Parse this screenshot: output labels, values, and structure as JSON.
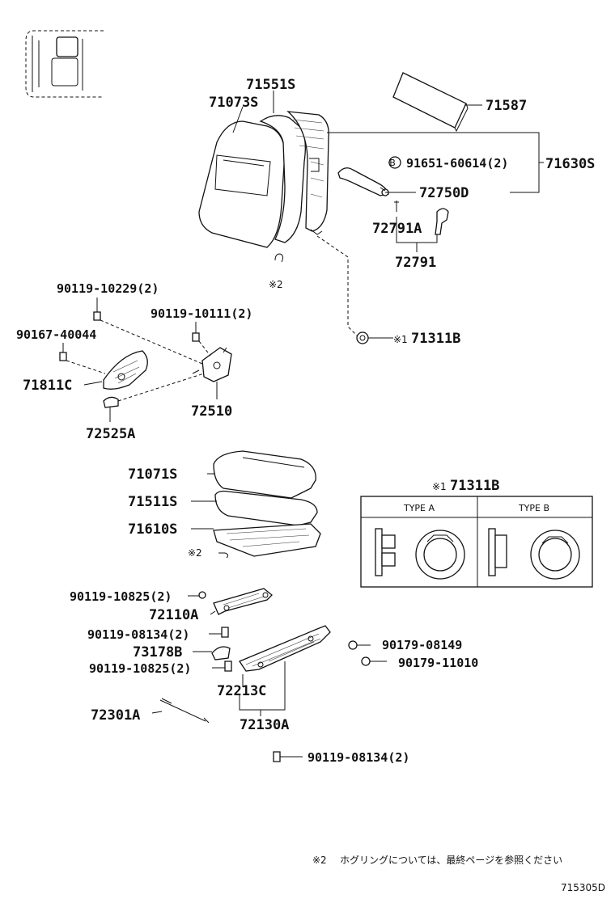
{
  "labels": {
    "p71551s": "71551S",
    "p71073s": "71073S",
    "p71587": "71587",
    "p91651": "91651-60614(2)",
    "p71630s": "71630S",
    "p72750d": "72750D",
    "p72791a": "72791A",
    "p72791": "72791",
    "p90119_10229": "90119-10229(2)",
    "p90119_10111": "90119-10111(2)",
    "p90167": "90167-40044",
    "p71811c": "71811C",
    "p71311b": "71311B",
    "p72510": "72510",
    "p72525a": "72525A",
    "p71071s": "71071S",
    "p71511s": "71511S",
    "p71610s": "71610S",
    "p90119_10825_a": "90119-10825(2)",
    "p72110a": "72110A",
    "p90119_08134_a": "90119-08134(2)",
    "p73178b": "73178B",
    "p90119_10825_b": "90119-10825(2)",
    "p90179_08149": "90179-08149",
    "p90179_11010": "90179-11010",
    "p72213c": "72213C",
    "p72301a": "72301A",
    "p72130a": "72130A",
    "p90119_08134_b": "90119-08134(2)"
  },
  "marks": {
    "note1": "※1",
    "note2": "※2",
    "circled_b": "B"
  },
  "inset": {
    "title": "71311B",
    "type_a": "TYPE A",
    "type_b": "TYPE B"
  },
  "footer": {
    "note_text": "ホグリングについては、最終ページを参照ください",
    "illustration_id": "715305D"
  }
}
